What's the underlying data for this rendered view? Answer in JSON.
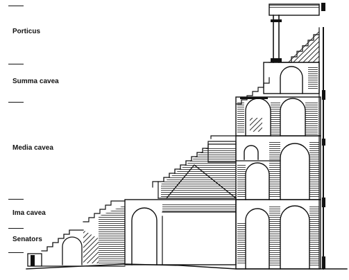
{
  "diagram": {
    "labels": {
      "porticus": "Porticus",
      "summa_cavea": "Summa cavea",
      "media_cavea": "Media cavea",
      "ima_cavea": "Ima cavea",
      "senators": "Senators"
    }
  }
}
